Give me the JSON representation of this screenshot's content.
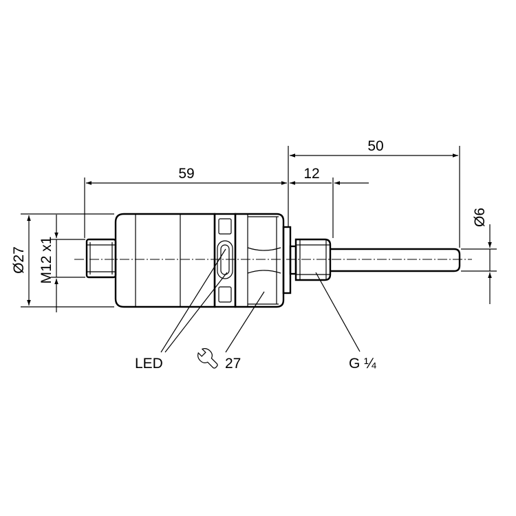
{
  "dimensions": {
    "overall_body": "59",
    "probe_length": "50",
    "thread_length": "12",
    "body_diameter": "Ø27",
    "connector_thread": "M12 x1",
    "probe_diameter": "Ø6"
  },
  "callouts": {
    "led": "LED",
    "wrench_size": "27",
    "process_thread": "G ¼"
  },
  "icons": {
    "wrench": "wrench-icon"
  }
}
